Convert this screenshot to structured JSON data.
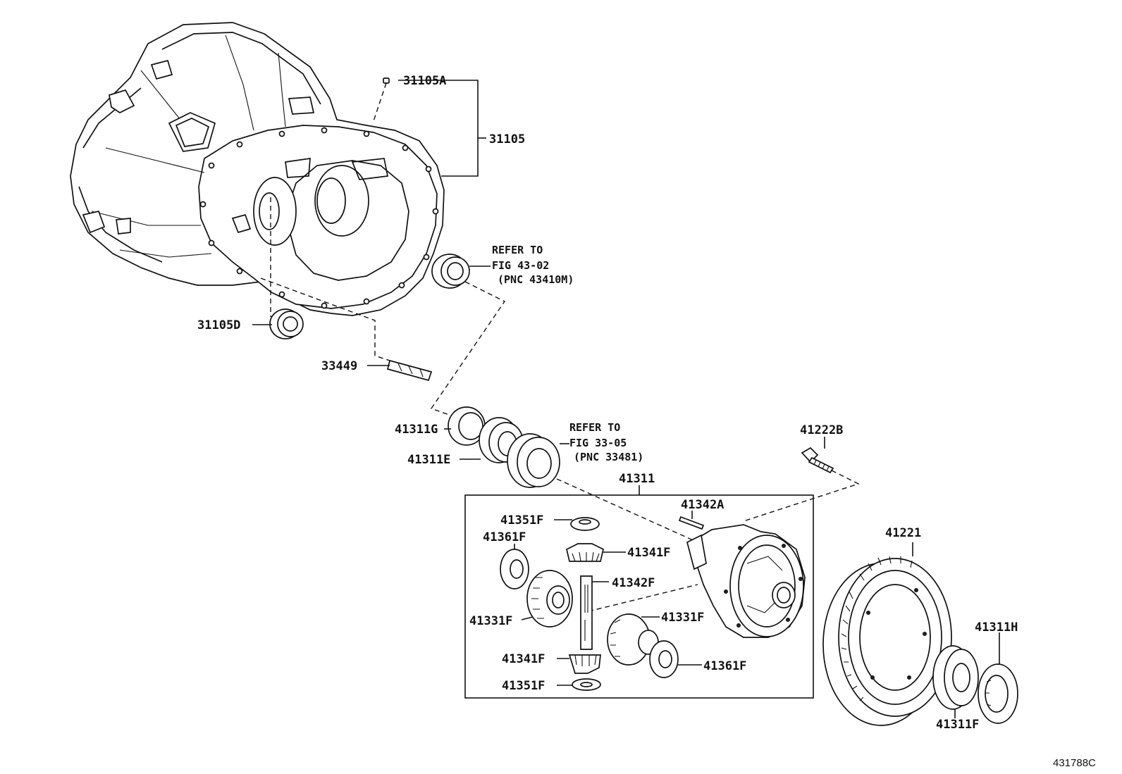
{
  "diagram": {
    "figure_code": "431788C",
    "labels": {
      "p31105A": "31105A",
      "p31105": "31105",
      "p31105D": "31105D",
      "p33449": "33449",
      "p41311G": "41311G",
      "p41311E": "41311E",
      "p41222B": "41222B",
      "p41311": "41311",
      "p41342A": "41342A",
      "p41351F_top": "41351F",
      "p41361F_left": "41361F",
      "p41341F_top": "41341F",
      "p41342F": "41342F",
      "p41331F_left": "41331F",
      "p41331F_right": "41331F",
      "p41341F_bot": "41341F",
      "p41361F_right": "41361F",
      "p41351F_bot": "41351F",
      "p41221": "41221",
      "p41311H": "41311H",
      "p41311F": "41311F"
    },
    "refer_1": {
      "line1": "REFER TO",
      "line2": "FIG 43-02",
      "line3": "(PNC 43410M)"
    },
    "refer_2": {
      "line1": "REFER TO",
      "line2": "FIG 33-05",
      "line3": "(PNC 33481)"
    }
  }
}
